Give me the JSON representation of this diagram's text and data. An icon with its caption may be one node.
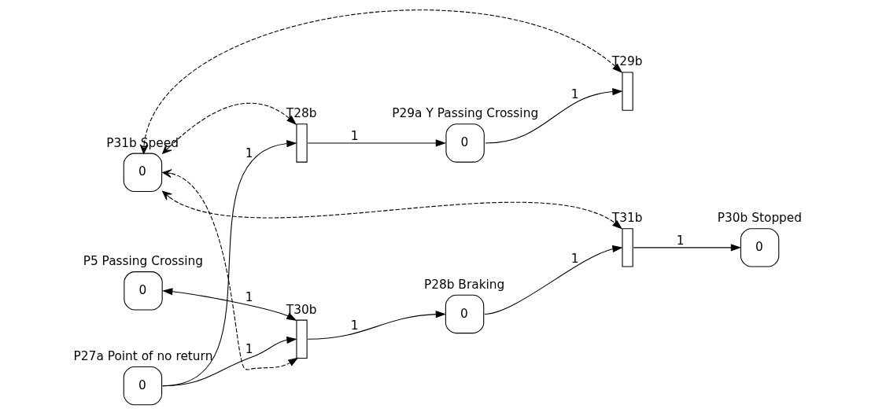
{
  "diagram": {
    "nodes": [
      {
        "text": [
          "P27a Point of no return",
          "0"
        ]
      },
      {
        "text": [
          "T28b"
        ]
      },
      {
        "text": [
          "P29a Y Passing Crossing",
          "0"
        ]
      },
      {
        "text": [
          "T29b"
        ]
      },
      {
        "text": [
          "T30b"
        ]
      },
      {
        "text": [
          "P28b Braking",
          "0"
        ]
      },
      {
        "text": [
          "T31b"
        ]
      },
      {
        "text": [
          "P30b Stopped",
          "0"
        ]
      },
      {
        "text": [
          "P5 Passing Crossing",
          "0"
        ]
      },
      {
        "text": [
          "P31b Speed",
          "0"
        ]
      }
    ],
    "edges": [
      {
        "from": 0,
        "to": 1,
        "arrow": "to",
        "label": "1"
      },
      {
        "from": 1,
        "to": 2,
        "arrow": "to",
        "label": "1"
      },
      {
        "from": 2,
        "to": 3,
        "arrow": "to",
        "label": "1"
      },
      {
        "from": 0,
        "to": 4,
        "arrow": "to",
        "label": "1"
      },
      {
        "from": 4,
        "to": 5,
        "arrow": "to",
        "label": "1"
      },
      {
        "from": 5,
        "to": 6,
        "arrow": "to",
        "label": "1"
      },
      {
        "from": 6,
        "to": 7,
        "arrow": "to",
        "label": "1"
      },
      {
        "from": 8,
        "to": 4,
        "arrow": "both",
        "label": "1"
      },
      {
        "from": 9,
        "to": 4,
        "arrow": "both",
        "style": "dashed"
      },
      {
        "from": 9,
        "to": 1,
        "arrow": "both",
        "style": "dashed"
      },
      {
        "from": 9,
        "to": 6,
        "arrow": "both",
        "style": "dashed"
      },
      {
        "from": 9,
        "to": 3,
        "arrow": "both",
        "style": "dashed"
      }
    ]
  }
}
